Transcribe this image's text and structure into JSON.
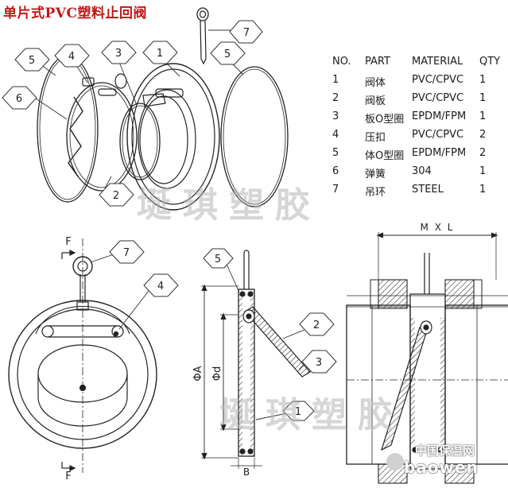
{
  "title": "单片式PVC塑料止回阀",
  "bom": {
    "headers": {
      "no": "NO.",
      "part": "PART",
      "material": "MATERIAL",
      "qty": "QTY"
    },
    "rows": [
      {
        "no": "1",
        "part": "阀体",
        "material": "PVC/CPVC",
        "qty": "1"
      },
      {
        "no": "2",
        "part": "阀板",
        "material": "PVC/CPVC",
        "qty": "1"
      },
      {
        "no": "3",
        "part": "板O型圈",
        "material": "EPDM/FPM",
        "qty": "1"
      },
      {
        "no": "4",
        "part": "压扣",
        "material": "PVC/CPVC",
        "qty": "2"
      },
      {
        "no": "5",
        "part": "体O型圈",
        "material": "EPDM/FPM",
        "qty": "2"
      },
      {
        "no": "6",
        "part": "弹簧",
        "material": "304",
        "qty": "1"
      },
      {
        "no": "7",
        "part": "吊环",
        "material": "STEEL",
        "qty": "1"
      }
    ]
  },
  "callouts": {
    "top": [
      "5",
      "4",
      "3",
      "1",
      "7",
      "5",
      "6",
      "2"
    ],
    "front": [
      "7",
      "4"
    ],
    "side": [
      "5",
      "2",
      "3",
      "1"
    ]
  },
  "dimensions": {
    "f_top": "F",
    "f_bottom": "F",
    "phi_a": "ΦA",
    "phi_d": "Φd",
    "b": "B",
    "mxl": "M X L"
  },
  "watermark": {
    "text1": "埏琪塑胶",
    "text2": "埏琪塑胶"
  },
  "credit": {
    "cn": "中国保温网",
    "en": "baowen"
  }
}
